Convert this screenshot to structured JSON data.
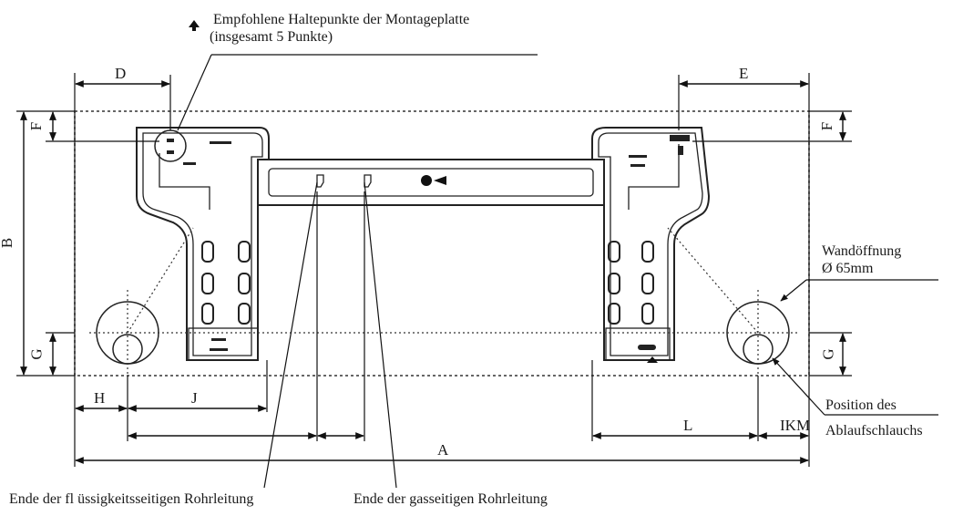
{
  "notes": {
    "mount_points_line1": "Empfohlene Haltepunkte der Montageplatte",
    "mount_points_line2": "(insgesamt 5 Punkte)",
    "wall_opening_line1": "Wandöffnung",
    "wall_opening_line2": "Ø 65mm",
    "drain_position_line1": "Position des",
    "drain_position_line2": "Ablaufschlauchs",
    "liquid_pipe_end": "Ende der fl üssigkeitsseitigen Rohrleitung",
    "gas_pipe_end": "Ende der gasseitigen Rohrleitung"
  },
  "dimensions": {
    "A": "A",
    "B": "B",
    "D": "D",
    "E": "E",
    "F_left": "F",
    "F_right": "F",
    "G_left": "G",
    "G_right": "G",
    "H": "H",
    "J": "J",
    "L": "L",
    "IKM": "IKM"
  },
  "icons": {
    "arrow_up": "arrow-up-icon",
    "drop": "drop-arrow-icon"
  }
}
